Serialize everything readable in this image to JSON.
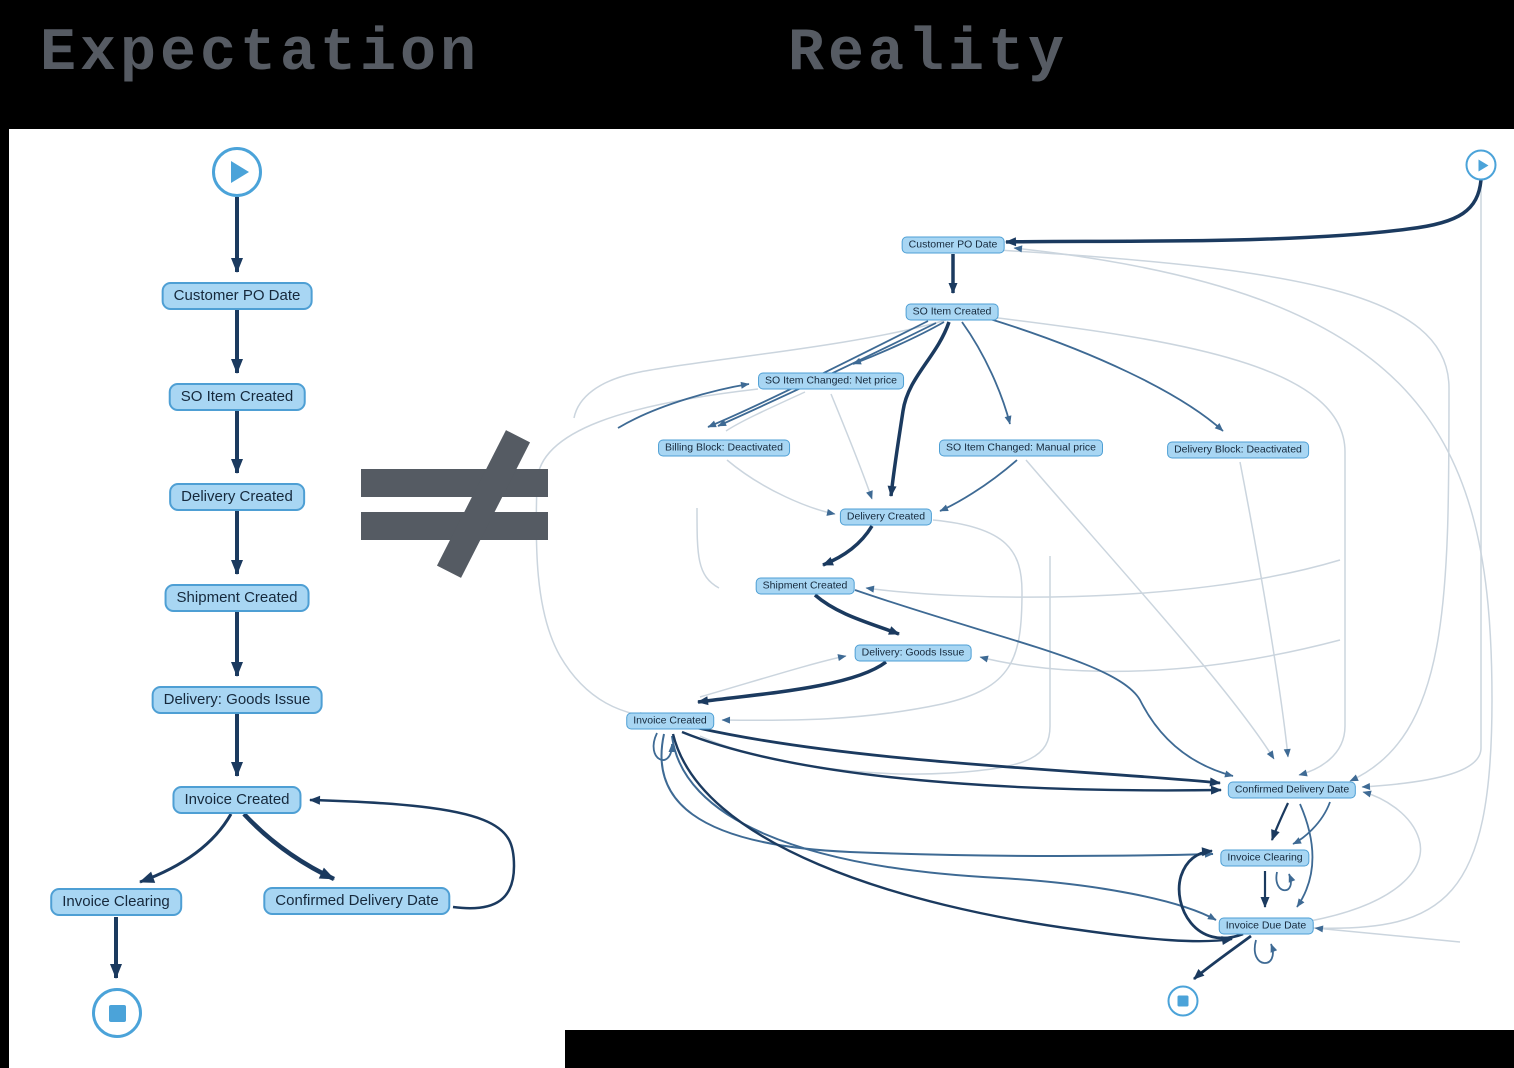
{
  "headers": {
    "expectation": "Expectation",
    "reality": "Reality"
  },
  "comparison_symbol": {
    "name": "not-equal-sign",
    "color": "#555B63"
  },
  "palette": {
    "background": "#000000",
    "panel": "#FFFFFF",
    "node_fill": "#A8D6F3",
    "node_border": "#4E9FD4",
    "node_text": "#16293C",
    "edge_dark": "#1B3A5F",
    "edge_mid": "#3E6A94",
    "edge_light": "#CBD5DE",
    "terminal_blue": "#4BA3D9",
    "header_text": "#565B63"
  },
  "expectation": {
    "nodes": [
      {
        "id": "start",
        "type": "start-event"
      },
      {
        "id": "customer-po-date",
        "label": "Customer PO Date"
      },
      {
        "id": "so-item-created",
        "label": "SO Item Created"
      },
      {
        "id": "delivery-created",
        "label": "Delivery Created"
      },
      {
        "id": "shipment-created",
        "label": "Shipment Created"
      },
      {
        "id": "delivery-goods-issue",
        "label": "Delivery: Goods Issue"
      },
      {
        "id": "invoice-created",
        "label": "Invoice Created"
      },
      {
        "id": "invoice-clearing",
        "label": "Invoice Clearing"
      },
      {
        "id": "confirmed-delivery-date",
        "label": "Confirmed Delivery Date"
      },
      {
        "id": "end",
        "type": "end-event"
      }
    ],
    "edges": [
      {
        "from": "start",
        "to": "customer-po-date"
      },
      {
        "from": "customer-po-date",
        "to": "so-item-created"
      },
      {
        "from": "so-item-created",
        "to": "delivery-created"
      },
      {
        "from": "delivery-created",
        "to": "shipment-created"
      },
      {
        "from": "shipment-created",
        "to": "delivery-goods-issue"
      },
      {
        "from": "delivery-goods-issue",
        "to": "invoice-created"
      },
      {
        "from": "invoice-created",
        "to": "invoice-clearing"
      },
      {
        "from": "invoice-created",
        "to": "confirmed-delivery-date"
      },
      {
        "from": "confirmed-delivery-date",
        "to": "invoice-created"
      },
      {
        "from": "invoice-clearing",
        "to": "end"
      }
    ]
  },
  "reality": {
    "nodes": [
      {
        "id": "start",
        "type": "start-event"
      },
      {
        "id": "customer-po-date",
        "label": "Customer PO Date"
      },
      {
        "id": "so-item-created",
        "label": "SO Item Created"
      },
      {
        "id": "so-item-changed-net-price",
        "label": "SO Item Changed: Net price"
      },
      {
        "id": "billing-block-deactivated",
        "label": "Billing Block: Deactivated"
      },
      {
        "id": "so-item-changed-manual-price",
        "label": "SO Item Changed: Manual price"
      },
      {
        "id": "delivery-block-deactivated",
        "label": "Delivery Block: Deactivated"
      },
      {
        "id": "delivery-created",
        "label": "Delivery Created"
      },
      {
        "id": "shipment-created",
        "label": "Shipment Created"
      },
      {
        "id": "delivery-goods-issue",
        "label": "Delivery: Goods Issue"
      },
      {
        "id": "invoice-created",
        "label": "Invoice Created"
      },
      {
        "id": "confirmed-delivery-date",
        "label": "Confirmed Delivery Date"
      },
      {
        "id": "invoice-clearing",
        "label": "Invoice Clearing"
      },
      {
        "id": "invoice-due-date",
        "label": "Invoice Due Date"
      },
      {
        "id": "end",
        "type": "end-event"
      }
    ],
    "edges": [
      {
        "from": "start",
        "to": "customer-po-date"
      },
      {
        "from": "customer-po-date",
        "to": "so-item-created"
      },
      {
        "from": "so-item-created",
        "to": "so-item-changed-net-price"
      },
      {
        "from": "so-item-created",
        "to": "billing-block-deactivated"
      },
      {
        "from": "so-item-created",
        "to": "so-item-changed-manual-price"
      },
      {
        "from": "so-item-created",
        "to": "delivery-block-deactivated"
      },
      {
        "from": "so-item-created",
        "to": "delivery-created"
      },
      {
        "from": "so-item-changed-net-price",
        "to": "delivery-created"
      },
      {
        "from": "so-item-changed-net-price",
        "to": "billing-block-deactivated"
      },
      {
        "from": "billing-block-deactivated",
        "to": "delivery-created"
      },
      {
        "from": "so-item-changed-manual-price",
        "to": "delivery-created"
      },
      {
        "from": "so-item-changed-manual-price",
        "to": "confirmed-delivery-date"
      },
      {
        "from": "delivery-block-deactivated",
        "to": "confirmed-delivery-date"
      },
      {
        "from": "delivery-created",
        "to": "shipment-created"
      },
      {
        "from": "delivery-created",
        "to": "invoice-created"
      },
      {
        "from": "shipment-created",
        "to": "delivery-goods-issue"
      },
      {
        "from": "shipment-created",
        "to": "confirmed-delivery-date"
      },
      {
        "from": "delivery-goods-issue",
        "to": "invoice-created"
      },
      {
        "from": "invoice-created",
        "to": "invoice-created"
      },
      {
        "from": "invoice-created",
        "to": "confirmed-delivery-date"
      },
      {
        "from": "invoice-created",
        "to": "invoice-clearing"
      },
      {
        "from": "invoice-created",
        "to": "invoice-due-date"
      },
      {
        "from": "confirmed-delivery-date",
        "to": "invoice-clearing"
      },
      {
        "from": "confirmed-delivery-date",
        "to": "invoice-due-date"
      },
      {
        "from": "invoice-clearing",
        "to": "invoice-due-date"
      },
      {
        "from": "invoice-clearing",
        "to": "invoice-clearing"
      },
      {
        "from": "invoice-due-date",
        "to": "invoice-clearing"
      },
      {
        "from": "invoice-due-date",
        "to": "invoice-due-date"
      },
      {
        "from": "invoice-due-date",
        "to": "customer-po-date"
      },
      {
        "from": "invoice-due-date",
        "to": "end"
      }
    ]
  }
}
